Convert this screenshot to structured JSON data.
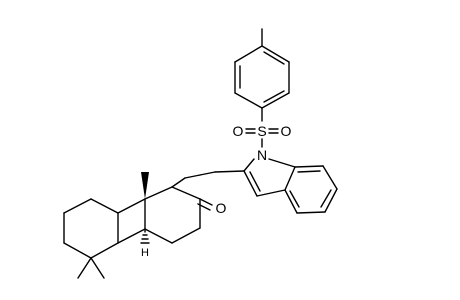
{
  "molecule": {
    "atoms": {
      "oxygen_ketone": "O",
      "sulfur": "S",
      "oxygen_sulfonyl_left": "O",
      "oxygen_sulfonyl_right": "O",
      "nitrogen_indole": "N",
      "hydrogen_ring_fusion": "H"
    },
    "colors": {
      "bond": "#000000",
      "background": "#ffffff"
    }
  }
}
